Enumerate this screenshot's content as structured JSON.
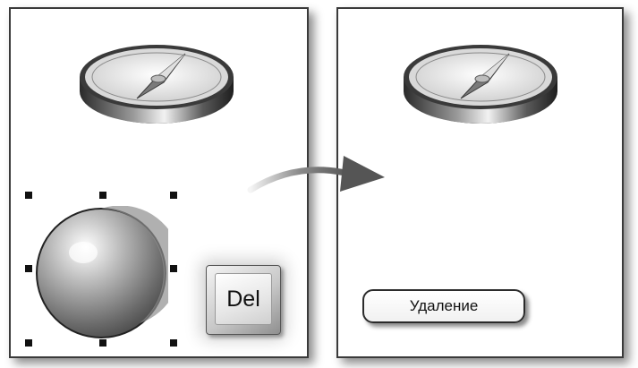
{
  "left_panel": {
    "key_label": "Del"
  },
  "right_panel": {
    "action_label": "Удаление"
  },
  "icons": [
    "compass-icon",
    "sphere-shape",
    "arrow-icon",
    "del-key-icon"
  ],
  "colors": {
    "panel_border": "#3a3a3a",
    "arrow": "#555555",
    "selection_handles": "#111111"
  }
}
